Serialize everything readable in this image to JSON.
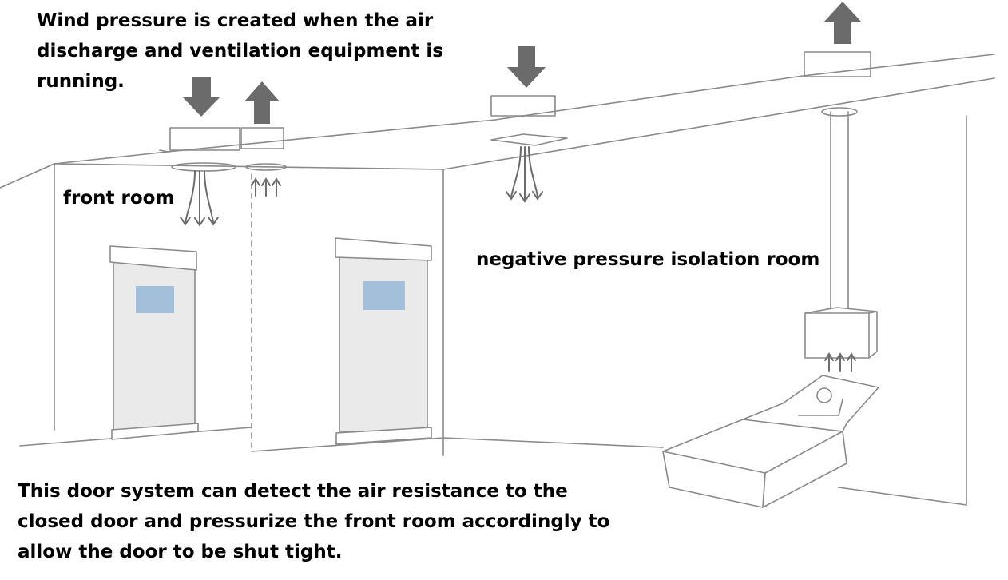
{
  "captions": {
    "top": "Wind pressure is created when the air\ndischarge and ventilation equipment is\nrunning.",
    "front_room": "front room",
    "isolation_room": "negative pressure isolation room",
    "bottom": "This door system can detect the air resistance to the\nclosed door and pressurize the front room accordingly to\nallow the door to be shut tight."
  },
  "colors": {
    "line": "#8a8a8a",
    "arrow": "#6b6b6b",
    "door_panel": "#eaeaea",
    "door_window": "#a3bfd9"
  }
}
